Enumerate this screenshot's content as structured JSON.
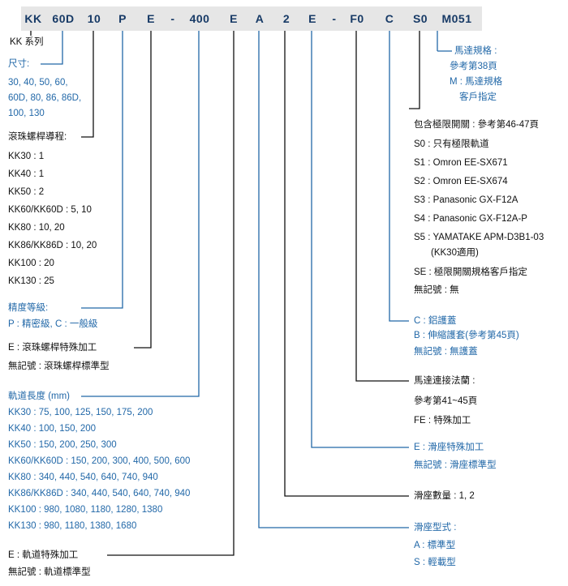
{
  "code_segments": [
    {
      "id": "kk",
      "text": "KK"
    },
    {
      "id": "size",
      "text": "60D"
    },
    {
      "id": "lead",
      "text": "10"
    },
    {
      "id": "precision",
      "text": "P"
    },
    {
      "id": "ballscrew",
      "text": "E"
    },
    {
      "id": "dash1",
      "text": "-"
    },
    {
      "id": "length",
      "text": "400"
    },
    {
      "id": "rail",
      "text": "E"
    },
    {
      "id": "cover",
      "text": "A"
    },
    {
      "id": "slider_qty",
      "text": "2"
    },
    {
      "id": "slider_special",
      "text": "E"
    },
    {
      "id": "dash2",
      "text": "-"
    },
    {
      "id": "motor_conn",
      "text": "F0"
    },
    {
      "id": "cover_type",
      "text": "C"
    },
    {
      "id": "limit",
      "text": "S0"
    },
    {
      "id": "motor",
      "text": "M051"
    }
  ],
  "series": {
    "label": "KK 系列"
  },
  "size": {
    "title": "尺寸:",
    "values": [
      "30, 40, 50, 60,",
      "60D, 80, 86, 86D,",
      "100, 130"
    ]
  },
  "lead": {
    "title": "滾珠螺桿導程:",
    "items": [
      "KK30 : 1",
      "KK40 : 1",
      "KK50 : 2",
      "KK60/KK60D : 5, 10",
      "KK80 : 10, 20",
      "KK86/KK86D : 10, 20",
      "KK100 : 20",
      "KK130 : 25"
    ]
  },
  "precision": {
    "title": "精度等級:",
    "desc": "P : 精密級, C : 一般級"
  },
  "ballscrew": {
    "special": "E : 滾珠螺桿特殊加工",
    "standard": "無記號 : 滾珠螺桿標準型"
  },
  "length": {
    "title": "軌道長度 (mm)",
    "items": [
      "KK30 : 75, 100, 125, 150, 175, 200",
      "KK40 : 100, 150, 200",
      "KK50 : 150, 200, 250, 300",
      "KK60/KK60D : 150, 200, 300,  400,  500, 600",
      "KK80 : 340, 440, 540, 640, 740, 940",
      "KK86/KK86D : 340, 440, 540, 640, 740, 940",
      "KK100 : 980, 1080, 1180, 1280, 1380",
      "KK130 : 980, 1180, 1380, 1680"
    ]
  },
  "rail": {
    "special": "E : 軌道特殊加工",
    "standard": "無記號 : 軌道標準型"
  },
  "motor": {
    "lines": [
      "馬達規格 :",
      "參考第38頁",
      "M : 馬達規格",
      "客戶指定"
    ]
  },
  "limit": {
    "title": "包含極限開關 : 參考第46-47頁",
    "items": [
      "S0 : 只有極限軌道",
      "S1 : Omron EE-SX671",
      "S2 : Omron EE-SX674",
      "S3 : Panasonic GX-F12A",
      "S4 : Panasonic GX-F12A-P",
      "S5 : YAMATAKE APM-D3B1-03",
      "(KK30適用)",
      "SE : 極限開關規格客戶指定",
      "無記號 : 無"
    ]
  },
  "cover_type": {
    "lines": [
      "C : 鋁護蓋",
      "B : 伸縮護套(參考第45頁)",
      "無記號 : 無護蓋"
    ]
  },
  "motor_conn": {
    "lines": [
      "馬達連接法蘭 :",
      "參考第41~45頁",
      "FE : 特殊加工"
    ]
  },
  "slider_special": {
    "lines": [
      "E : 滑座特殊加工",
      "無記號 : 滑座標準型"
    ]
  },
  "slider_qty": {
    "text": "滑座數量 : 1, 2"
  },
  "slider_type": {
    "lines": [
      "滑座型式 :",
      "A : 標準型",
      "S : 輕載型"
    ]
  }
}
